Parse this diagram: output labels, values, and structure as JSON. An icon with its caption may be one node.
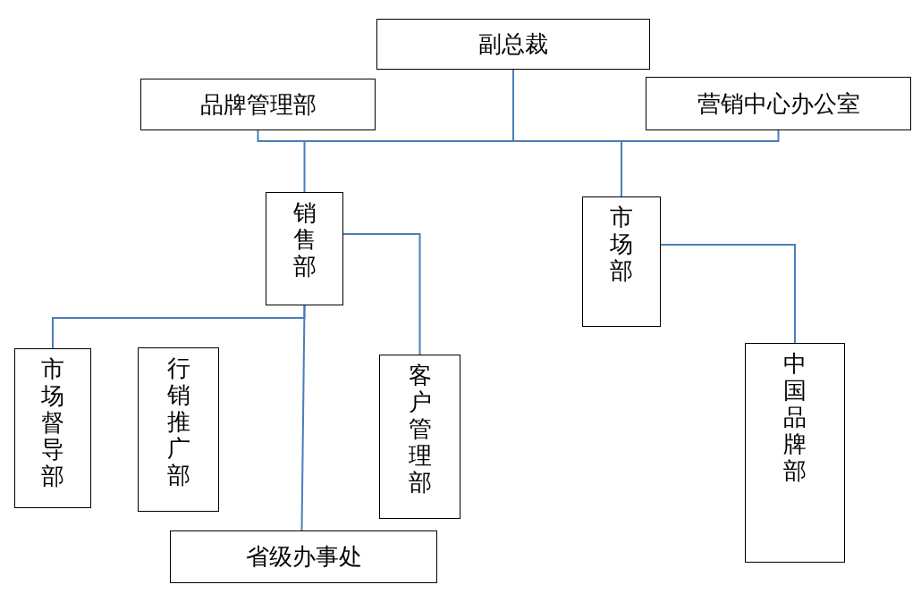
{
  "diagram": {
    "nodes": [
      {
        "text": [
          "副总裁"
        ]
      },
      {
        "text": [
          "品牌管理部"
        ]
      },
      {
        "text": [
          "营销中心办公室"
        ]
      },
      {
        "text": [
          "销售部"
        ]
      },
      {
        "text": [
          "市场部"
        ]
      },
      {
        "text": [
          "市场督导部"
        ]
      },
      {
        "text": [
          "行销推广部"
        ]
      },
      {
        "text": [
          "客户管理部"
        ]
      },
      {
        "text": [
          "中国品牌部"
        ]
      },
      {
        "text": [
          "省级办事处"
        ]
      }
    ],
    "edges": [
      {
        "from": 0,
        "to": 1,
        "arrow": "none"
      },
      {
        "from": 0,
        "to": 2,
        "arrow": "none"
      },
      {
        "from": 0,
        "to": 3,
        "arrow": "none"
      },
      {
        "from": 0,
        "to": 4,
        "arrow": "none"
      },
      {
        "from": 3,
        "to": 5,
        "arrow": "none"
      },
      {
        "from": 3,
        "to": 7,
        "arrow": "none"
      },
      {
        "from": 3,
        "to": 9,
        "arrow": "none"
      },
      {
        "from": 4,
        "to": 8,
        "arrow": "none"
      }
    ]
  }
}
